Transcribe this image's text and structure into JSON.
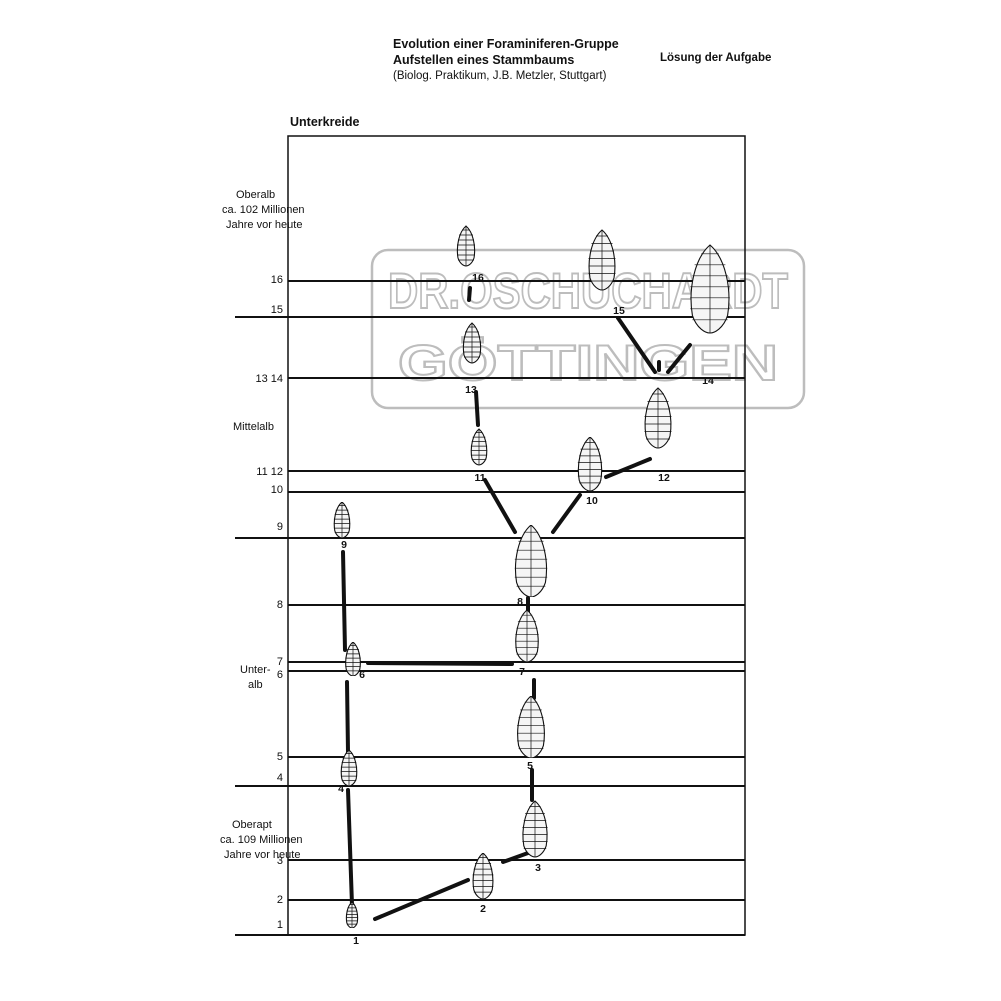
{
  "header": {
    "title_line1": "Evolution einer Foraminiferen-Gruppe",
    "title_line2": "Aufstellen eines Stammbaums",
    "title_line3": "(Biolog. Praktikum, J.B. Metzler, Stuttgart)",
    "solution": "Lösung der Aufgabe"
  },
  "era": "Unterkreide",
  "stages": {
    "oberalb": [
      "Oberalb",
      "ca. 102 Millionen",
      "Jahre vor heute"
    ],
    "mittelalb": [
      "Mittelalb"
    ],
    "unteralb": [
      "Unter-",
      "alb"
    ],
    "oberapt": [
      "Oberapt",
      "ca. 109 Millionen",
      "Jahre vor heute"
    ]
  },
  "level_labels": [
    "16",
    "15",
    "13  14",
    "11  12",
    "10",
    "9",
    "8",
    "7",
    "6",
    "5",
    "4",
    "3",
    "2",
    "1"
  ],
  "fossil_labels": [
    "1",
    "2",
    "3",
    "4",
    "5",
    "6",
    "7",
    "8",
    "9",
    "10",
    "11",
    "12",
    "13",
    "14",
    "15",
    "16"
  ],
  "watermark": {
    "line1": "DR.OSCHUCHARDT",
    "line2": "GÖTTINGEN"
  },
  "colors": {
    "ink": "#111111",
    "watermark": "#bdbdbd"
  }
}
